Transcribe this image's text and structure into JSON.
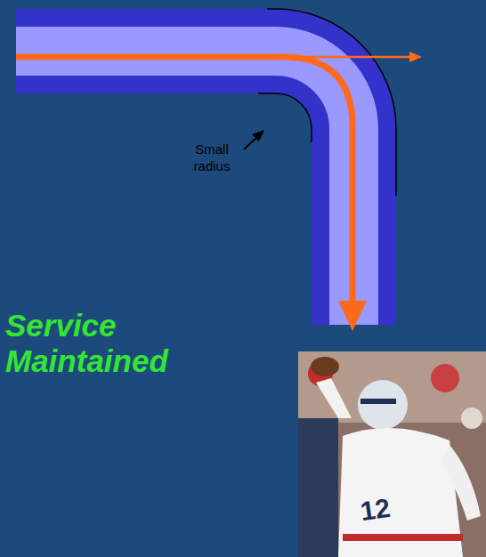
{
  "diagram": {
    "labels": [
      "Small radius",
      "Service Maintained",
      "12"
    ]
  }
}
